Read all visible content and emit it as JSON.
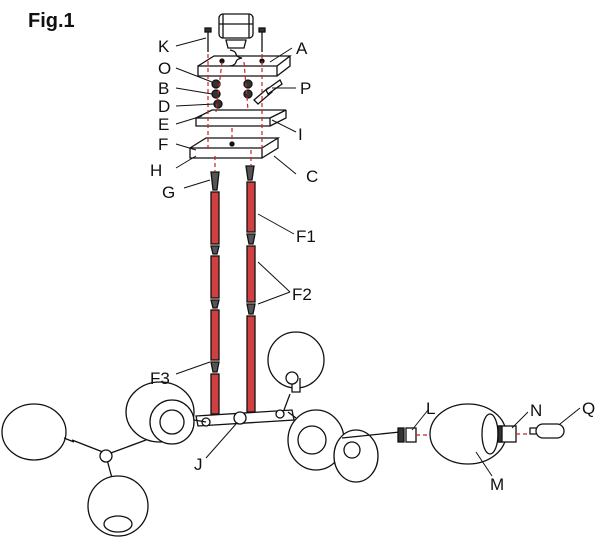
{
  "figure": {
    "title": "Fig.1",
    "labels": {
      "K": "K",
      "A": "A",
      "O": "O",
      "B": "B",
      "P": "P",
      "D": "D",
      "E": "E",
      "I": "I",
      "F": "F",
      "H": "H",
      "C": "C",
      "G": "G",
      "F1": "F1",
      "F2": "F2",
      "F3": "F3",
      "J": "J",
      "L": "L",
      "M": "M",
      "N": "N",
      "Q": "Q"
    },
    "colors": {
      "line": "#111111",
      "accent": "#cc2222",
      "rod_fill": "#d04040"
    }
  }
}
